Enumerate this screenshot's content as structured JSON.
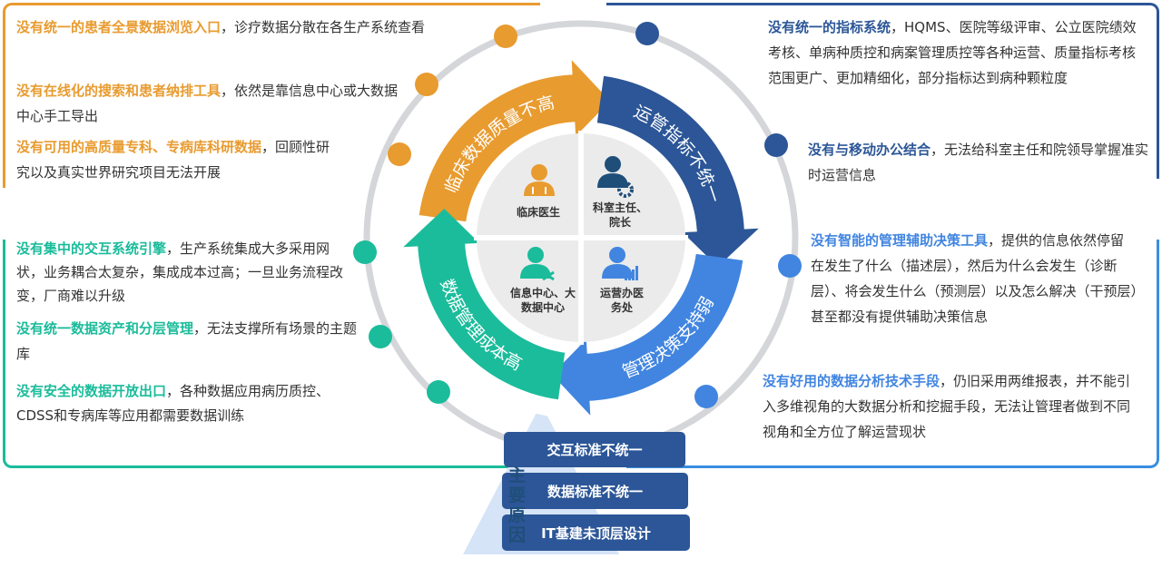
{
  "colors": {
    "orange": "#E89B2F",
    "dark_blue": "#2C5697",
    "light_blue": "#4185E0",
    "teal": "#1BBC9B",
    "ring": "#D5D6DA"
  },
  "clinical": [
    {
      "highlight": "没有统一的患者全景数据浏览入口",
      "rest": "，诊疗数据分散在各生产系统查看"
    },
    {
      "highlight": "没有在线化的搜索和患者纳排工具",
      "rest": "，依然是靠信息中心或大数据中心手工导出"
    },
    {
      "highlight": "没有可用的高质量专科、专病库科研数据",
      "rest": "，回顾性研究以及真实世界研究项目无法开展"
    }
  ],
  "operations": [
    {
      "highlight": "没有统一的指标系统",
      "rest": "，HQMS、医院等级评审、公立医院绩效考核、单病种质控和病案管理质控等各种运营、质量指标考核范围更广、更加精细化，部分指标达到病种颗粒度"
    },
    {
      "highlight": "没有与移动办公结合",
      "rest": "，无法给科室主任和院领导掌握准实时运营信息"
    }
  ],
  "decision": [
    {
      "highlight": "没有智能的管理辅助决策工具",
      "rest": "，提供的信息依然停留在发生了什么（描述层），然后为什么会发生（诊断层）、将会发生什么（预测层）以及怎么解决（干预层）甚至都没有提供辅助决策信息"
    },
    {
      "highlight": "没有好用的数据分析技术手段",
      "rest": "，仍旧采用两维报表，并不能引入多维视角的大数据分析和挖掘手段，无法让管理者做到不同视角和全方位了解运营现状"
    }
  ],
  "data_mgmt": [
    {
      "highlight": "没有集中的交互系统引擎",
      "rest": "，生产系统集成大多采用网状，业务耦合太复杂，集成成本过高；一旦业务流程改变，厂商难以升级"
    },
    {
      "highlight": "没有统一数据资产和分层管理",
      "rest": "，无法支撑所有场景的主题库"
    },
    {
      "highlight": "没有安全的数据开放出口",
      "rest": "，各种数据应用病历质控、CDSS和专病库等应用都需要数据训练"
    }
  ],
  "ring": {
    "clinical": "临床数据质量不高",
    "operations": "运管指标不统一",
    "decision": "管理决策支持弱",
    "data_mgmt": "数据管理成本高"
  },
  "roles": {
    "doctor": "临床医生",
    "director": "科室主任、院长",
    "info": "信息中心、大数据中心",
    "office": "运营办医务处"
  },
  "causes": {
    "title": "主要原因",
    "items": [
      "交互标准不统一",
      "数据标准不统一",
      "IT基建未顶层设计"
    ]
  }
}
